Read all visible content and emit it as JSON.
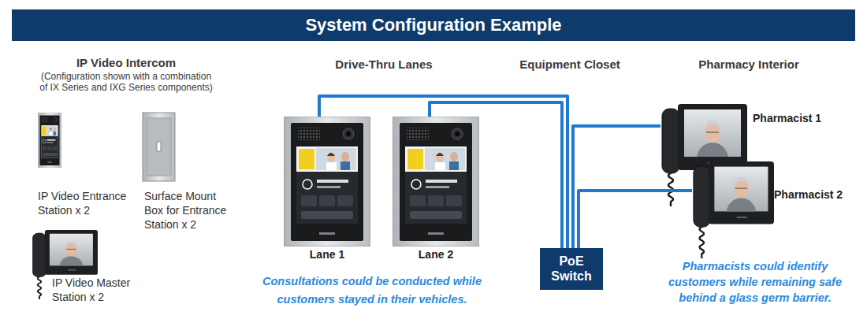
{
  "diagram": {
    "title": "System Configuration Example",
    "nodes": [
      {
        "text": [
          "IP Video Entrance Station x 2"
        ]
      },
      {
        "text": [
          "Surface Mount Box for Entrance Station x 2"
        ]
      },
      {
        "text": [
          "IP Video Master Station x 2"
        ]
      },
      {
        "text": [
          "Lane 1"
        ]
      },
      {
        "text": [
          "Lane 2"
        ]
      },
      {
        "text": [
          "PoE Switch"
        ]
      },
      {
        "text": [
          "Pharmacist 1"
        ]
      },
      {
        "text": [
          "Pharmacist 2"
        ]
      }
    ],
    "edges": [
      {
        "from": 3,
        "to": 5,
        "arrow": "none"
      },
      {
        "from": 4,
        "to": 5,
        "arrow": "none"
      },
      {
        "from": 6,
        "to": 5,
        "arrow": "none"
      },
      {
        "from": 7,
        "to": 5,
        "arrow": "none"
      }
    ],
    "labels": [
      "IP Video Intercom",
      "(Configuration shown with a combination of IX Series and IXG Series components)",
      "Drive-Thru Lanes",
      "Equipment Closet",
      "Pharmacy Interior",
      "Consultations could be conducted while customers stayed in their vehicles.",
      "Pharmacists could identify customers while remaining safe behind a glass germ barrier."
    ]
  }
}
